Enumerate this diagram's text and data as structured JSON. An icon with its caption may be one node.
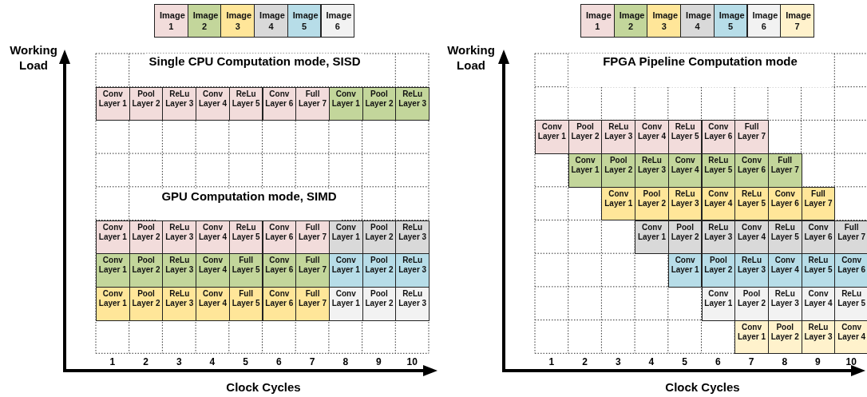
{
  "diagram": {
    "nodes": [
      {
        "text": [
          "Conv Layer 1"
        ]
      },
      {
        "text": [
          "Pool Layer 2"
        ]
      },
      {
        "text": [
          "ReLu Layer 3"
        ]
      },
      {
        "text": [
          "Conv Layer 4"
        ]
      },
      {
        "text": [
          "ReLu Layer 5"
        ]
      },
      {
        "text": [
          "Conv Layer 6"
        ]
      },
      {
        "text": [
          "Full Layer 7"
        ]
      },
      {
        "text": [
          "Conv Layer 1"
        ]
      },
      {
        "text": [
          "Pool Layer 2"
        ]
      },
      {
        "text": [
          "ReLu Layer 3"
        ]
      },
      {
        "text": [
          "Conv Layer 1"
        ]
      },
      {
        "text": [
          "Pool Layer 2"
        ]
      },
      {
        "text": [
          "ReLu Layer 3"
        ]
      },
      {
        "text": [
          "Conv Layer 4"
        ]
      },
      {
        "text": [
          "ReLu Layer 5"
        ]
      },
      {
        "text": [
          "Conv Layer 6"
        ]
      },
      {
        "text": [
          "Full Layer 7"
        ]
      },
      {
        "text": [
          "Conv Layer 1"
        ]
      },
      {
        "text": [
          "Pool Layer 2"
        ]
      },
      {
        "text": [
          "ReLu Layer 3"
        ]
      },
      {
        "text": [
          "Conv Layer 1"
        ]
      },
      {
        "text": [
          "Pool Layer 2"
        ]
      },
      {
        "text": [
          "ReLu Layer 3"
        ]
      },
      {
        "text": [
          "Conv Layer 4"
        ]
      },
      {
        "text": [
          "Full Layer 5"
        ]
      },
      {
        "text": [
          "Conv Layer 6"
        ]
      },
      {
        "text": [
          "Full Layer 7"
        ]
      },
      {
        "text": [
          "Conv Layer 1"
        ]
      },
      {
        "text": [
          "Pool Layer 2"
        ]
      },
      {
        "text": [
          "ReLu Layer 3"
        ]
      },
      {
        "text": [
          "Conv Layer 1"
        ]
      },
      {
        "text": [
          "Pool Layer 2"
        ]
      },
      {
        "text": [
          "ReLu Layer 3"
        ]
      },
      {
        "text": [
          "Conv Layer 4"
        ]
      },
      {
        "text": [
          "Full Layer 5"
        ]
      },
      {
        "text": [
          "Conv Layer 6"
        ]
      },
      {
        "text": [
          "Full Layer 7"
        ]
      },
      {
        "text": [
          "Conv Layer 1"
        ]
      },
      {
        "text": [
          "Pool Layer 2"
        ]
      },
      {
        "text": [
          "ReLu Layer 3"
        ]
      },
      {
        "text": [
          "Conv Layer 1"
        ]
      },
      {
        "text": [
          "Pool Layer 2"
        ]
      },
      {
        "text": [
          "ReLu Layer 3"
        ]
      },
      {
        "text": [
          "Conv Layer 4"
        ]
      },
      {
        "text": [
          "ReLu Layer 5"
        ]
      },
      {
        "text": [
          "Conv Layer 6"
        ]
      },
      {
        "text": [
          "Full Layer 7"
        ]
      },
      {
        "text": [
          "Conv Layer 1"
        ]
      },
      {
        "text": [
          "Pool Layer 2"
        ]
      },
      {
        "text": [
          "ReLu Layer 3"
        ]
      },
      {
        "text": [
          "Conv Layer 4"
        ]
      },
      {
        "text": [
          "ReLu Layer 5"
        ]
      },
      {
        "text": [
          "Conv Layer 6"
        ]
      },
      {
        "text": [
          "Full Layer 7"
        ]
      },
      {
        "text": [
          "Conv Layer 1"
        ]
      },
      {
        "text": [
          "Pool Layer 2"
        ]
      },
      {
        "text": [
          "ReLu Layer 3"
        ]
      },
      {
        "text": [
          "Conv Layer 4"
        ]
      },
      {
        "text": [
          "ReLu Layer 5"
        ]
      },
      {
        "text": [
          "Conv Layer 6"
        ]
      },
      {
        "text": [
          "Full Layer 7"
        ]
      },
      {
        "text": [
          "Conv Layer 1"
        ]
      },
      {
        "text": [
          "Pool Layer 2"
        ]
      },
      {
        "text": [
          "ReLu Layer 3"
        ]
      },
      {
        "text": [
          "Conv Layer 4"
        ]
      },
      {
        "text": [
          "ReLu Layer 5"
        ]
      },
      {
        "text": [
          "Conv Layer 6"
        ]
      },
      {
        "text": [
          "Full Layer 7"
        ]
      },
      {
        "text": [
          "Conv Layer 1"
        ]
      },
      {
        "text": [
          "Pool Layer 2"
        ]
      },
      {
        "text": [
          "ReLu Layer 3"
        ]
      },
      {
        "text": [
          "Conv Layer 4"
        ]
      },
      {
        "text": [
          "ReLu Layer 5"
        ]
      },
      {
        "text": [
          "Conv Layer 6"
        ]
      },
      {
        "text": [
          "Conv Layer 1"
        ]
      },
      {
        "text": [
          "Pool Layer 2"
        ]
      },
      {
        "text": [
          "ReLu Layer 3"
        ]
      },
      {
        "text": [
          "Conv Layer 4"
        ]
      },
      {
        "text": [
          "ReLu Layer 5"
        ]
      },
      {
        "text": [
          "Conv Layer 1"
        ]
      },
      {
        "text": [
          "Pool Layer 2"
        ]
      },
      {
        "text": [
          "ReLu Layer 3"
        ]
      },
      {
        "text": [
          "Conv Layer 4"
        ]
      }
    ],
    "edges": [],
    "labels": [
      "Working Load",
      "Single CPU Computation mode, SISD",
      "GPU Computation mode, SIMD",
      "1",
      "2",
      "3",
      "4",
      "5",
      "6",
      "7",
      "8",
      "9",
      "10",
      "Clock Cycles",
      "Working Load",
      "FPGA Pipeline Computation mode",
      "1",
      "2",
      "3",
      "4",
      "5",
      "6",
      "7",
      "8",
      "9",
      "10",
      "Clock Cycles"
    ],
    "legend": [
      {
        "text": "Image 1",
        "color": "#f2dcdb"
      },
      {
        "text": "Image 2",
        "color": "#c3d69b"
      },
      {
        "text": "Image 3",
        "color": "#ffe699"
      },
      {
        "text": "Image 4",
        "color": "#d9d9d9"
      },
      {
        "text": "Image 5",
        "color": "#b7dde8"
      },
      {
        "text": "Image 6",
        "color": "#f2f2f2"
      },
      {
        "text": "Image 1",
        "color": "#f2dcdb"
      },
      {
        "text": "Image 2",
        "color": "#c3d69b"
      },
      {
        "text": "Image 3",
        "color": "#ffe699"
      },
      {
        "text": "Image 4",
        "color": "#d9d9d9"
      },
      {
        "text": "Image 5",
        "color": "#b7dde8"
      },
      {
        "text": "Image 6",
        "color": "#f2f2f2"
      },
      {
        "text": "Image 7",
        "color": "#fff2cc"
      }
    ]
  }
}
